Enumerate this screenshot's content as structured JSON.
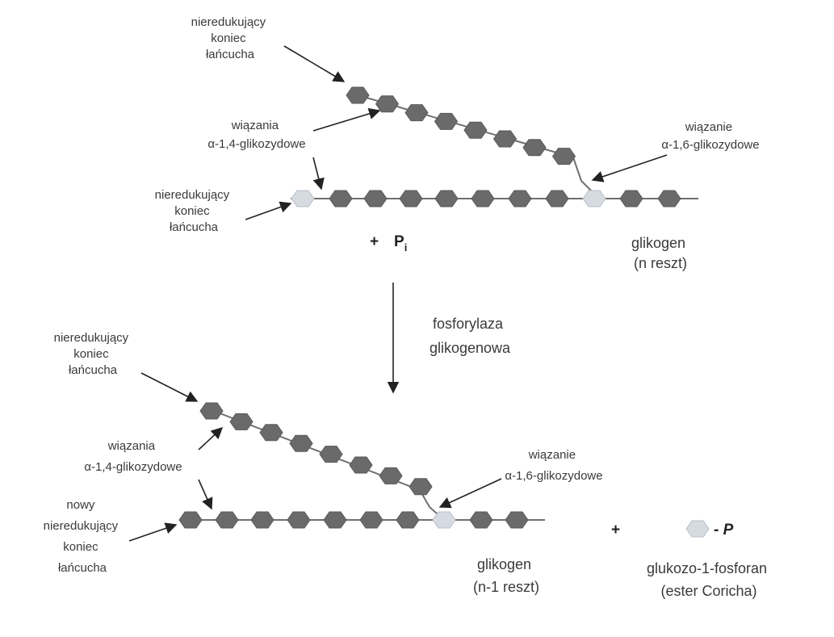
{
  "top": {
    "nonreducing_upper": [
      "nieredukujący",
      "koniec",
      "łańcucha"
    ],
    "nonreducing_lower": [
      "nieredukujący",
      "koniec",
      "łańcucha"
    ],
    "bonds_14": [
      "wiązania",
      "α-1,4-glikozydowe"
    ],
    "bond_16": [
      "wiązanie",
      "α-1,6-glikozydowe"
    ],
    "plus": "+",
    "pi_main": "P",
    "pi_sub": "i",
    "glycogen": [
      "glikogen",
      "(n reszt)"
    ]
  },
  "enzyme": [
    "fosforylaza",
    "glikogenowa"
  ],
  "bottom": {
    "nonreducing_upper": [
      "nieredukujący",
      "koniec",
      "łańcucha"
    ],
    "bonds_14": [
      "wiązania",
      "α-1,4-glikozydowe"
    ],
    "new_nonreducing": [
      "nowy",
      "nieredukujący",
      "koniec",
      "łańcucha"
    ],
    "bond_16": [
      "wiązanie",
      "α-1,6-glikozydowe"
    ],
    "glycogen": [
      "glikogen",
      "(n-1 reszt)"
    ],
    "plus": "+",
    "phosphate_symbol": "- P",
    "product": [
      "glukozo-1-fosforan",
      "(ester Coricha)"
    ]
  },
  "colors": {
    "glucose": "#6a6a6a",
    "branch_point": "#d6dbe2",
    "line": "#6f6f6f"
  }
}
